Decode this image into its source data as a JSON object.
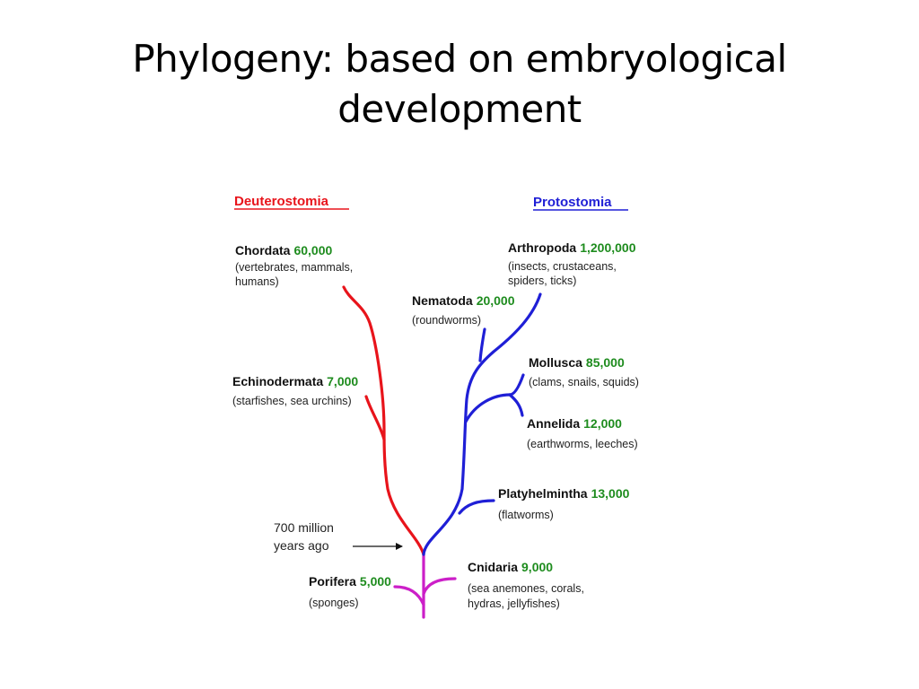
{
  "title": {
    "line1": "Phylogeny: based on embryological",
    "line2": "development"
  },
  "colors": {
    "deuterostomia": "#e8141b",
    "protostomia": "#1f1fd6",
    "base": "#cc1fc8",
    "count": "#1e8c1e",
    "text": "#111111"
  },
  "groups": {
    "deuterostomia": "Deuterostomia",
    "protostomia": "Protostomia"
  },
  "time_marker": {
    "line1": "700 million",
    "line2": "years ago"
  },
  "taxa": {
    "chordata": {
      "name": "Chordata",
      "count": "60,000",
      "desc1": "(vertebrates, mammals,",
      "desc2": "humans)"
    },
    "echinodermata": {
      "name": "Echinodermata",
      "count": "7,000",
      "desc1": "(starfishes, sea urchins)"
    },
    "arthropoda": {
      "name": "Arthropoda",
      "count": "1,200,000",
      "desc1": "(insects, crustaceans,",
      "desc2": "spiders, ticks)"
    },
    "nematoda": {
      "name": "Nematoda",
      "count": "20,000",
      "desc1": "(roundworms)"
    },
    "mollusca": {
      "name": "Mollusca",
      "count": "85,000",
      "desc1": "(clams, snails, squids)"
    },
    "annelida": {
      "name": "Annelida",
      "count": "12,000",
      "desc1": "(earthworms, leeches)"
    },
    "platyhelmintha": {
      "name": "Platyhelmintha",
      "count": "13,000",
      "desc1": "(flatworms)"
    },
    "porifera": {
      "name": "Porifera",
      "count": "5,000",
      "desc1": "(sponges)"
    },
    "cnidaria": {
      "name": "Cnidaria",
      "count": "9,000",
      "desc1": "(sea anemones, corals,",
      "desc2": "hydras, jellyfishes)"
    }
  }
}
